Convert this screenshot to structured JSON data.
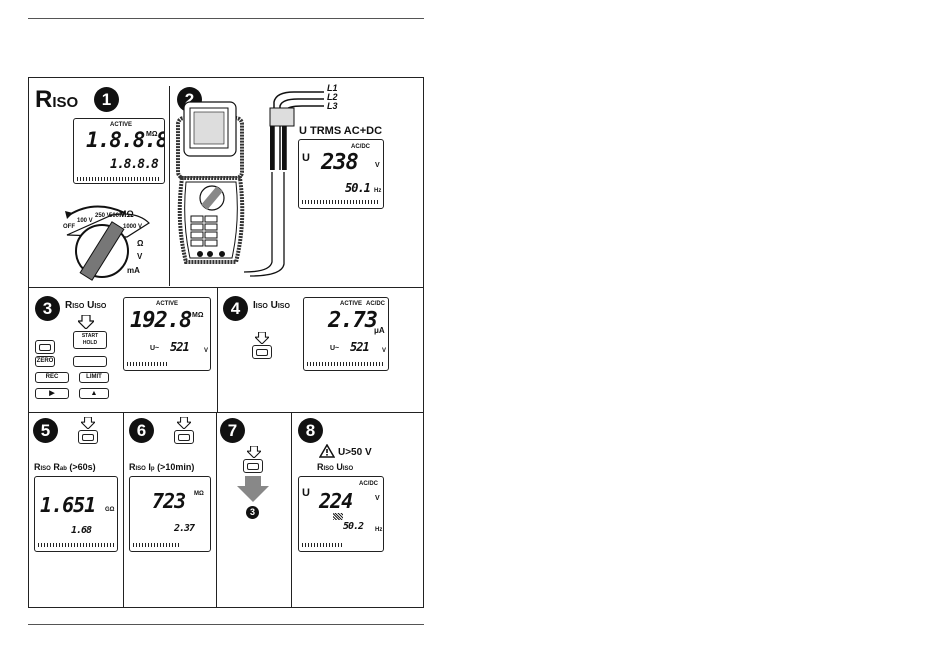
{
  "panels": {
    "p1": {
      "step": "1",
      "title_main": "R",
      "title_sub": "ISO",
      "lcd_top": "1.8.8.8",
      "lcd_bottom": "1.8.8.8",
      "lcd_units": "MΩ",
      "lcd_active": "ACTIVE",
      "knob_labels": [
        "OFF",
        "100 V",
        "250 V",
        "500 V",
        "MΩ",
        "1000 V",
        "Ω",
        "V",
        "mA"
      ]
    },
    "p2": {
      "step": "2",
      "lines": [
        "L1",
        "L2",
        "L3"
      ],
      "heading": "U TRMS AC+DC",
      "lcd_value": "238",
      "lcd_unit": "V",
      "lcd_sub": "50.1",
      "lcd_sub_unit": "Hz",
      "lcd_mode": "AC/DC",
      "lcd_prefix": "U"
    },
    "p3": {
      "step": "3",
      "heading_a": "R",
      "heading_a_sub": "ISO",
      "heading_b": "U",
      "heading_b_sub": "ISO",
      "lcd_value": "192.8",
      "lcd_unit": "MΩ",
      "lcd_sub_label": "U~",
      "lcd_sub": "521",
      "lcd_sub_unit": "V",
      "lcd_active": "ACTIVE",
      "keys": {
        "start": "START\nHOLD",
        "zero": "ZERO",
        "rec": "REC",
        "limit": "LIMIT"
      }
    },
    "p4": {
      "step": "4",
      "heading_a": "I",
      "heading_a_sub": "ISO",
      "heading_b": "U",
      "heading_b_sub": "ISO",
      "lcd_value": "2.73",
      "lcd_unit": "μA",
      "lcd_sub_label": "U~",
      "lcd_sub": "521",
      "lcd_sub_unit": "V",
      "lcd_active": "ACTIVE",
      "lcd_mode": "AC/DC"
    },
    "p5": {
      "step": "5",
      "heading": "R",
      "heading_sub": "ISO",
      "heading_b": "R",
      "heading_b_sub": "ab",
      "heading_suffix": "(>60s)",
      "lcd_value": "1.651",
      "lcd_unit": "GΩ",
      "lcd_sub": "1.68"
    },
    "p6": {
      "step": "6",
      "heading": "R",
      "heading_sub": "ISO",
      "heading_b": "I",
      "heading_b_sub": "p",
      "heading_suffix": "(>10min)",
      "lcd_value": "723",
      "lcd_unit": "MΩ",
      "lcd_sub": "2.37"
    },
    "p7": {
      "step": "7",
      "goto": "3"
    },
    "p8": {
      "step": "8",
      "warning": "U>50 V",
      "heading_a": "R",
      "heading_a_sub": "ISO",
      "heading_b": "U",
      "heading_b_sub": "ISO",
      "lcd_prefix": "U",
      "lcd_value": "224",
      "lcd_unit": "V",
      "lcd_sub": "50.2",
      "lcd_sub_unit": "Hz",
      "lcd_mode": "AC/DC"
    }
  },
  "icons": [
    "swap-icon",
    "down-arrow-icon",
    "warning-icon",
    "rotary-knob-icon",
    "multimeter-icon"
  ]
}
